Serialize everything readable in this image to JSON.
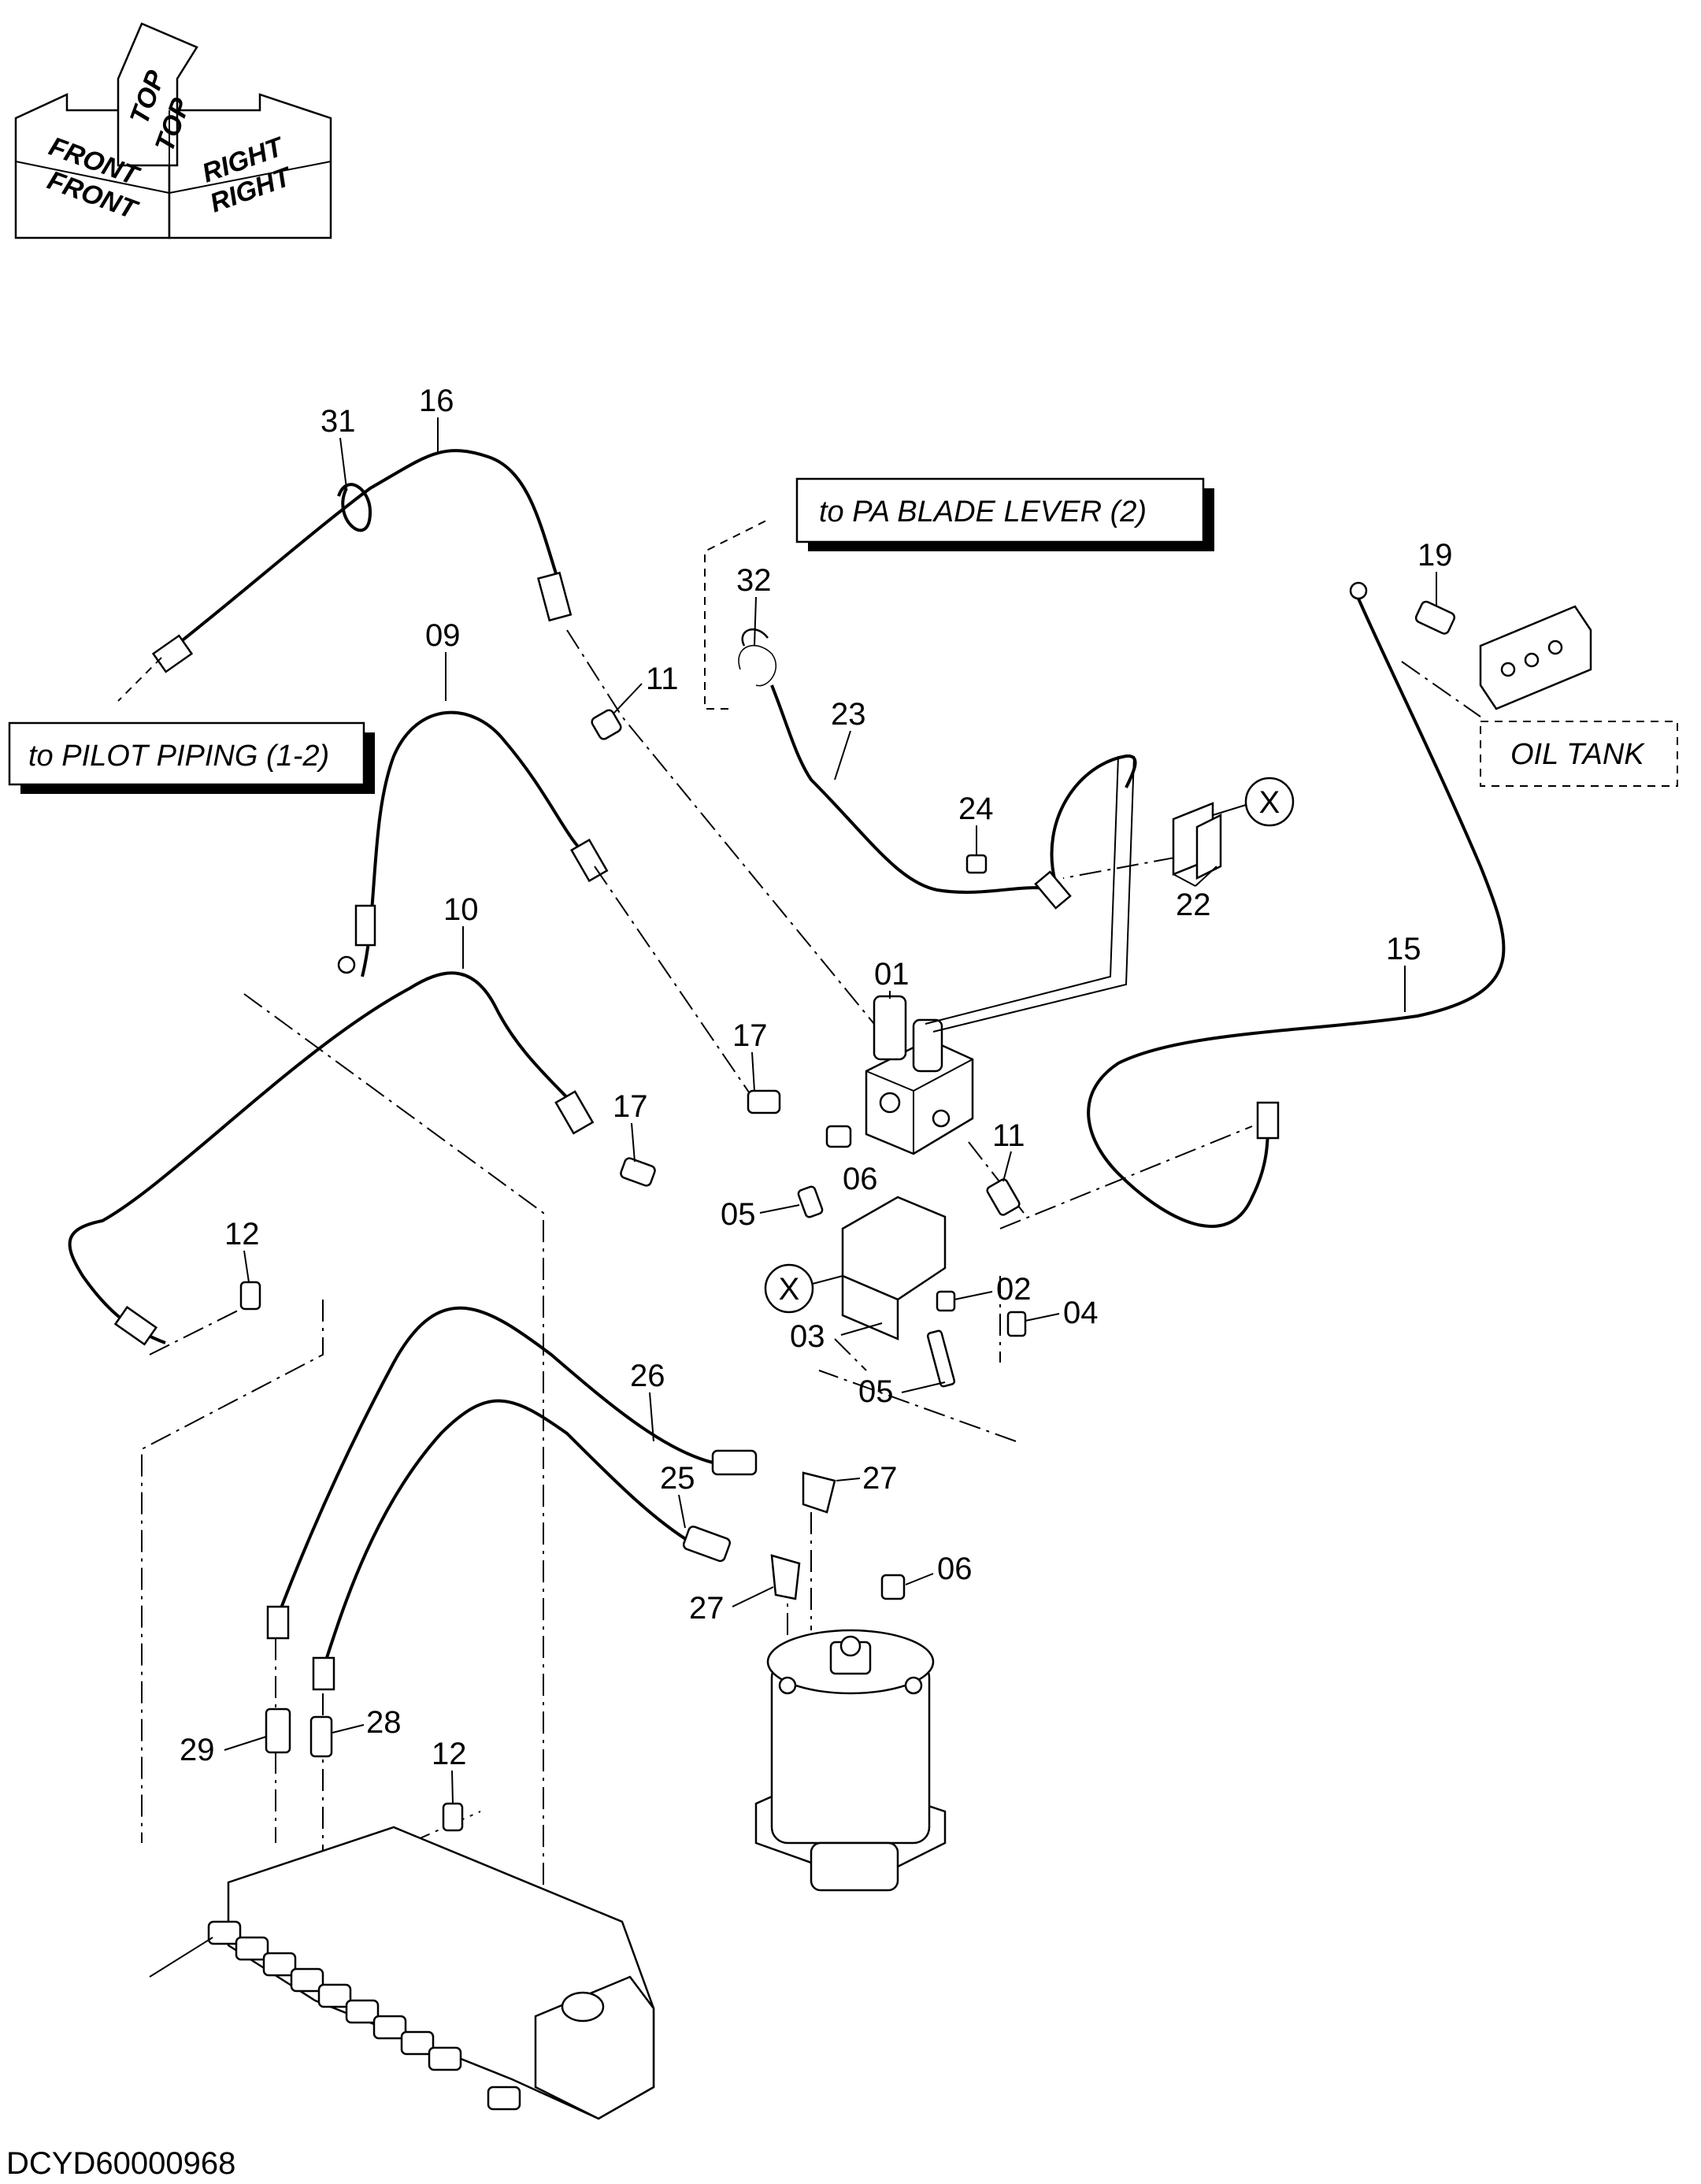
{
  "orientation": {
    "front": "FRONT",
    "top": "TOP",
    "right": "RIGHT"
  },
  "references": {
    "pilot_piping": "to PILOT PIPING (1-2)",
    "pa_blade_lever": "to PA BLADE LEVER (2)",
    "oil_tank": "OIL TANK"
  },
  "callouts": {
    "c01": "01",
    "c02": "02",
    "c03": "03",
    "c04": "04",
    "c05a": "05",
    "c05b": "05",
    "c06a": "06",
    "c06b": "06",
    "c09": "09",
    "c10": "10",
    "c11a": "11",
    "c11b": "11",
    "c12a": "12",
    "c12b": "12",
    "c15": "15",
    "c16": "16",
    "c17a": "17",
    "c17b": "17",
    "c19": "19",
    "c22": "22",
    "c23": "23",
    "c24": "24",
    "c25": "25",
    "c26": "26",
    "c27a": "27",
    "c27b": "27",
    "c28": "28",
    "c29": "29",
    "c31": "31",
    "c32": "32",
    "xa": "X",
    "xb": "X"
  },
  "drawing_code": "DCYD60000968"
}
